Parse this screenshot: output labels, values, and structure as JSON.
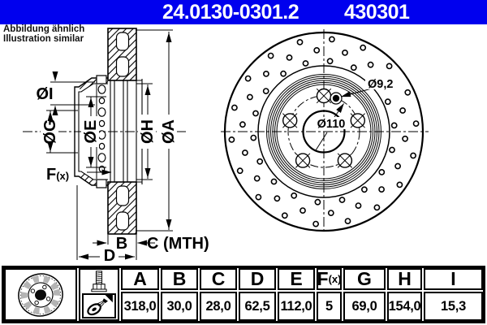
{
  "header": {
    "part_number": "24.0130-0301.2",
    "type_number": "430301",
    "bg_color": "#0000ee",
    "text_color": "#ffffff"
  },
  "note": {
    "line1": "Abbildung ähnlich",
    "line2": "Illustration similar"
  },
  "section_view": {
    "labels": {
      "dia_i": "ØI",
      "dia_g": "ØG",
      "dia_e": "ØE",
      "dia_h": "ØH",
      "dia_a": "ØA",
      "f": "F",
      "f_suffix": "(x)",
      "b": "B",
      "c_mth": "C (MTH)",
      "d": "D"
    }
  },
  "front_view": {
    "labels": {
      "screw_hole_dia": "Ø9,2",
      "bolt_circle_dia": "Ø110"
    }
  },
  "spec_table": {
    "headers": [
      "A",
      "B",
      "C",
      "D",
      "E",
      "F",
      "G",
      "H",
      "I"
    ],
    "f_suffix": "(x)",
    "values": [
      "318,0",
      "30,0",
      "28,0",
      "62,5",
      "112,0",
      "5",
      "69,0",
      "154,0",
      "15,3"
    ],
    "icons": {
      "disc": "brake-disc-illustration",
      "bolt": "mounting-bolt-icon",
      "coated": "coated-disc-spray-icon"
    }
  },
  "colors": {
    "line": "#000000",
    "background": "#ffffff"
  }
}
